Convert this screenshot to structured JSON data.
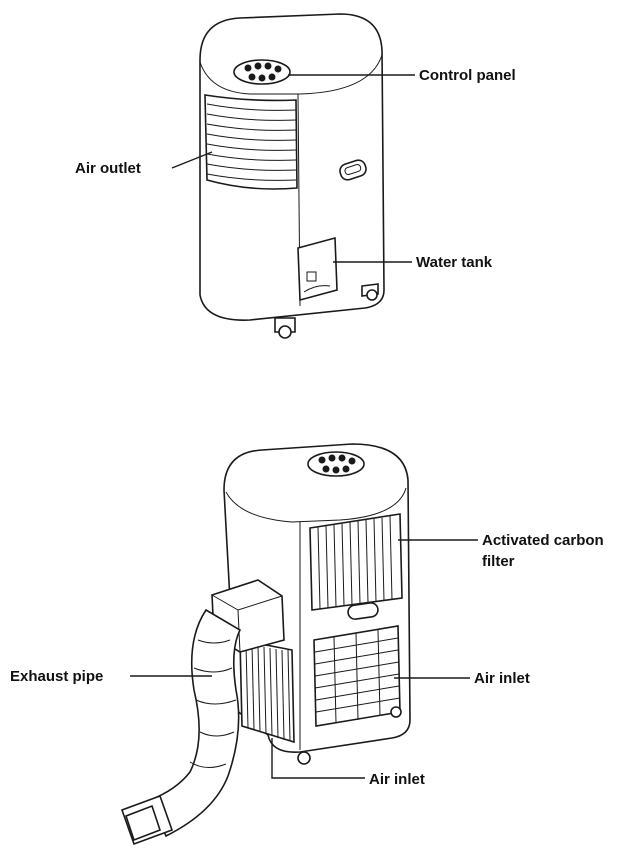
{
  "labels": {
    "control_panel": "Control panel",
    "air_outlet": "Air outlet",
    "water_tank": "Water tank",
    "activated_carbon_filter_line1": "Activated carbon",
    "activated_carbon_filter_line2": "filter",
    "exhaust_pipe": "Exhaust pipe",
    "air_inlet_right": "Air inlet",
    "air_inlet_bottom": "Air inlet"
  }
}
